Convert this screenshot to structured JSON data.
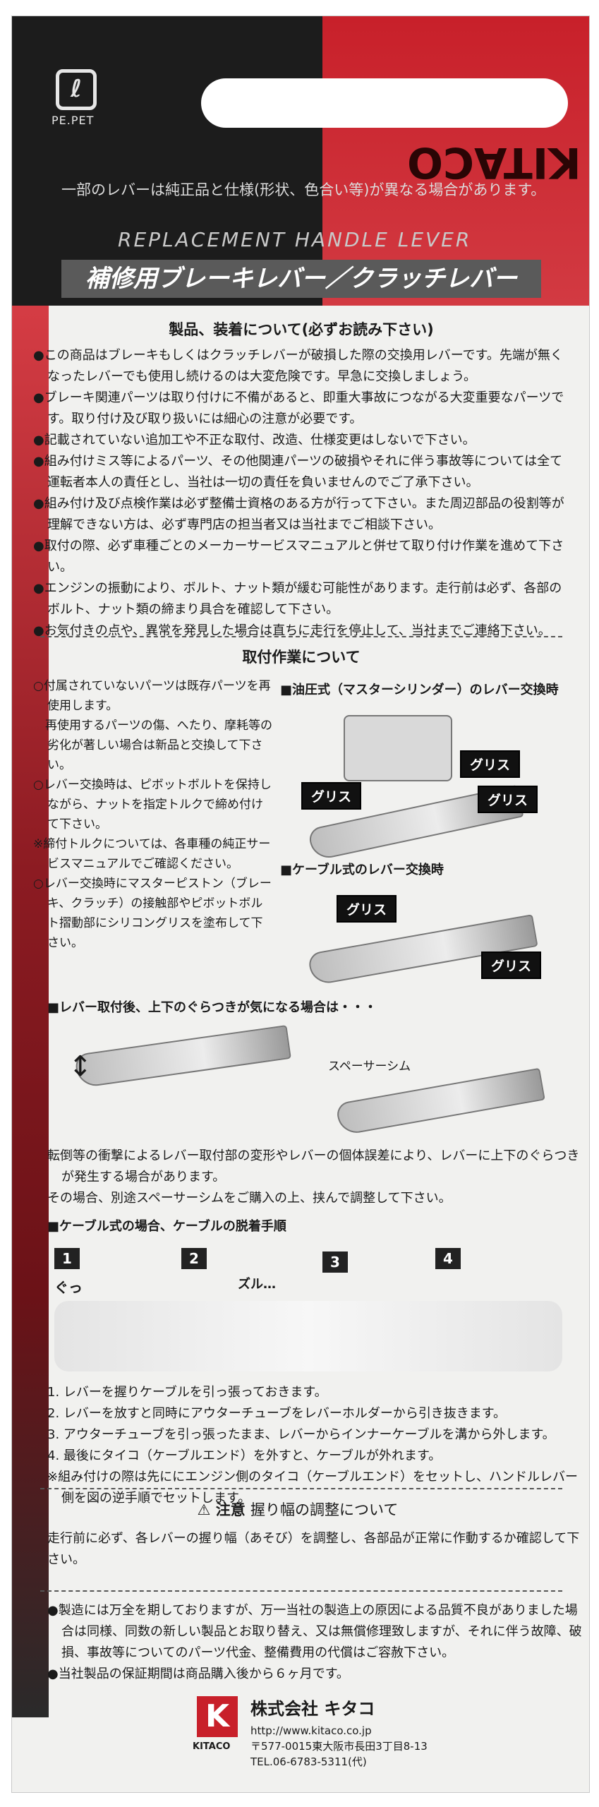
{
  "header": {
    "logo_glyph": "ℓ",
    "logo_label": "PE.PET",
    "brand_mark": "KITACO",
    "notice": "一部のレバーは純正品と仕様(形状、色合い等)が異なる場合があります。",
    "product_en": "REPLACEMENT HANDLE LEVER",
    "product_jp": "補修用ブレーキレバー／クラッチレバー"
  },
  "installation_notice": {
    "title": "製品、装着について(必ずお読み下さい)",
    "items": [
      "●この商品はブレーキもしくはクラッチレバーが破損した際の交換用レバーです。先端が無くなったレバーでも使用し続けるのは大変危険です。早急に交換しましょう。",
      "●ブレーキ関連パーツは取り付けに不備があると、即重大事故につながる大変重要なパーツです。取り付け及び取り扱いには細心の注意が必要です。",
      "●記載されていない追加工や不正な取付、改造、仕様変更はしないで下さい。",
      "●組み付けミス等によるパーツ、その他関連パーツの破損やそれに伴う事故等については全て運転者本人の責任とし、当社は一切の責任を負いませんのでご了承下さい。",
      "●組み付け及び点検作業は必ず整備士資格のある方が行って下さい。また周辺部品の役割等が理解できない方は、必ず専門店の担当者又は当社までご相談下さい。",
      "●取付の際、必ず車種ごとのメーカーサービスマニュアルと併せて取り付け作業を進めて下さい。",
      "●エンジンの振動により、ボルト、ナット類が緩む可能性があります。走行前は必ず、各部のボルト、ナット類の締まり具合を確認して下さい。",
      "●お気付きの点や、異常を発見した場合は直ちに走行を停止して、当社までご連絡下さい。"
    ]
  },
  "install_work": {
    "title": "取付作業について",
    "left_items": [
      "○付属されていないパーツは既存パーツを再使用します。",
      "　再使用するパーツの傷、へたり、摩耗等の劣化が著しい場合は新品と交換して下さい。",
      "○レバー交換時は、ピボットボルトを保持しながら、ナットを指定トルクで締め付けて下さい。",
      "※締付トルクについては、各車種の純正サービスマニュアルでご確認ください。",
      "○レバー交換時にマスターピストン（ブレーキ、クラッチ）の接触部やピボットボルト摺動部にシリコングリスを塗布して下さい。"
    ],
    "hydraulic_caption": "■油圧式（マスターシリンダー）のレバー交換時",
    "cable_caption": "■ケーブル式のレバー交換時",
    "grease_label": "グリス"
  },
  "wobble": {
    "caption": "■レバー取付後、上下のぐらつきが気になる場合は・・・",
    "shim_label": "スペーサーシム",
    "text": [
      "転倒等の衝撃によるレバー取付部の変形やレバーの個体誤差により、レバーに上下のぐらつきが発生する場合があります。",
      "その場合、別途スペーサーシムをご購入の上、挟んで調整して下さい。"
    ]
  },
  "cable_removal": {
    "caption": "■ケーブル式の場合、ケーブルの脱着手順",
    "step_numbers": [
      "1",
      "2",
      "3",
      "4"
    ],
    "sound_1": "ぐっ",
    "sound_2": "ズル…",
    "steps": [
      "1. レバーを握りケーブルを引っ張っておきます。",
      "2. レバーを放すと同時にアウターチューブをレバーホルダーから引き抜きます。",
      "3. アウターチューブを引っ張ったまま、レバーからインナーケーブルを溝から外します。",
      "4. 最後にタイコ（ケーブルエンド）を外すと、ケーブルが外れます。",
      "※組み付けの際は先ににエンジン側のタイコ（ケーブルエンド）をセットし、ハンドルレバー側を図の逆手順でセットします。"
    ]
  },
  "caution": {
    "label": "注意",
    "title": "握り幅の調整について",
    "text": "走行前に必ず、各レバーの握り幅（あそび）を調整し、各部品が正常に作動するか確認して下さい。"
  },
  "warranty": {
    "items": [
      "●製造には万全を期しておりますが、万一当社の製造上の原因による品質不良がありました場合は同様、同数の新しい製品とお取り替え、又は無償修理致しますが、それに伴う故障、破損、事故等についてのパーツ代金、整備費用の代償はご容赦下さい。",
      "●当社製品の保証期間は商品購入後から６ヶ月です。"
    ]
  },
  "footer": {
    "logo_glyph": "K",
    "logo_label": "KITACO",
    "company": "株式会社 キタコ",
    "url": "http://www.kitaco.co.jp",
    "address": "〒577-0015東大阪市長田3丁目8-13",
    "tel": "TEL.06-6783-5311(代)"
  }
}
